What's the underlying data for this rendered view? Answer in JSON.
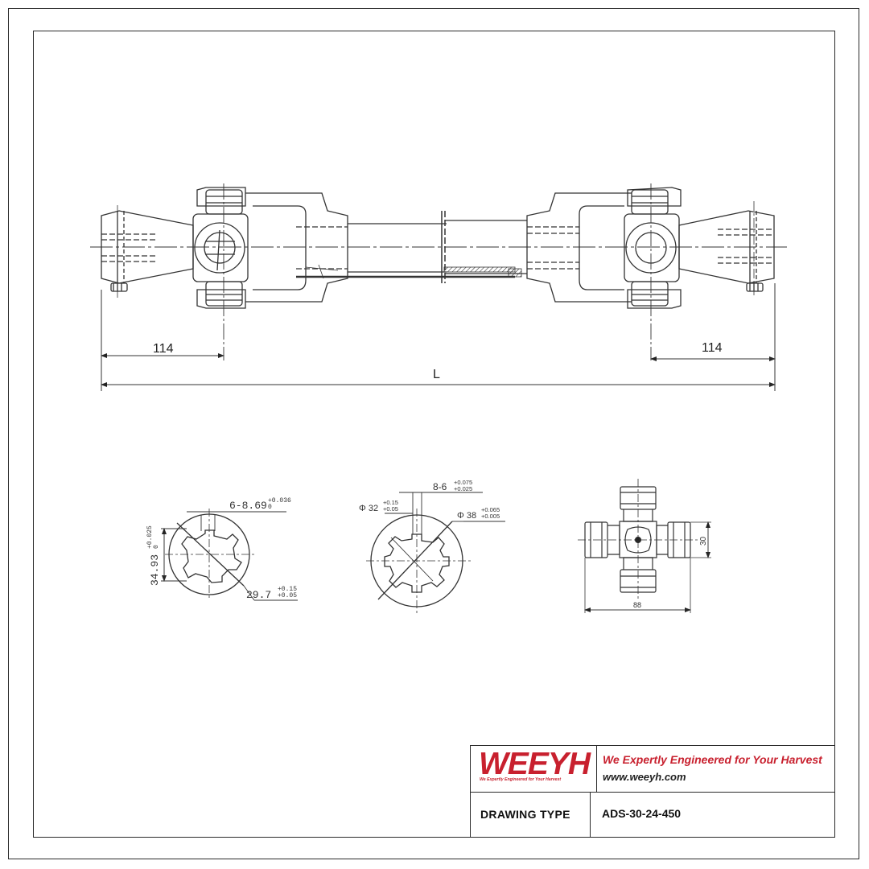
{
  "title_block": {
    "logo": "WEEYH",
    "logo_tagline": "We Expertly Engineered for Your Harvest",
    "slogan": "We Expertly Engineered for Your Harvest",
    "website": "www.weeyh.com",
    "drawing_type_label": "DRAWING TYPE",
    "drawing_number": "ADS-30-24-450"
  },
  "main_view": {
    "dim_left": "114",
    "dim_right": "114",
    "dim_overall": "L"
  },
  "section_a": {
    "spline_dim": "6-8.69",
    "spline_tol_upper": "+0.036",
    "spline_tol_lower": "0",
    "height_dim": "34.93",
    "height_tol_upper": "+0.025",
    "height_tol_lower": "0",
    "inner_dim": "29.7",
    "inner_tol_upper": "+0.15",
    "inner_tol_lower": "+0.05"
  },
  "section_b": {
    "spline_dim": "8-6",
    "spline_tol_upper": "+0.075",
    "spline_tol_lower": "+0.025",
    "minor_dim": "Φ 32",
    "minor_tol_upper": "+0.15",
    "minor_tol_lower": "+0.05",
    "major_dim": "Φ 38",
    "major_tol_upper": "+0.065",
    "major_tol_lower": "+0.005"
  },
  "cross_view": {
    "dim_height": "30",
    "dim_width": "88"
  }
}
